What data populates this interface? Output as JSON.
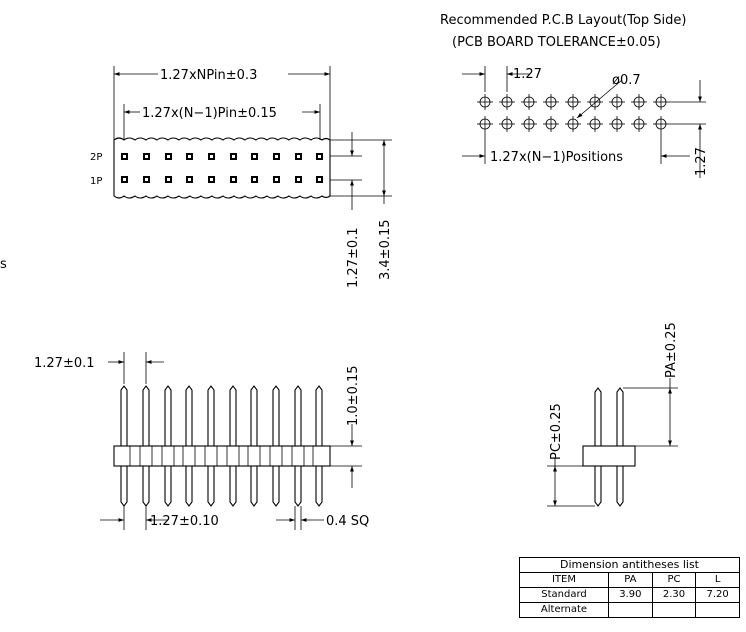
{
  "page": {
    "edge_fragment": "s"
  },
  "pcb_layout": {
    "title_line1": "Recommended P.C.B Layout(Top Side)",
    "title_line2": "(PCB BOARD TOLERANCE±0.05)",
    "pitch_label": "1.27",
    "hole_label": "ø0.7",
    "positions_label": "1.27x(N−1)Positions",
    "row_pitch_label": "1.27",
    "holes_per_row": 9,
    "rows": 2
  },
  "top_view": {
    "overall_label": "1.27xNPin±0.3",
    "pin_span_label": "1.27x(N−1)Pin±0.15",
    "row2_label": "2P",
    "row1_label": "1P",
    "row_pitch_label": "1.27±0.1",
    "width_label": "3.4±0.15",
    "pins_per_row": 10
  },
  "front_view": {
    "pitch_top_label": "1.27±0.1",
    "tip_label": "1.0±0.15",
    "pitch_bottom_label": "1.27±0.10",
    "pin_size_label": "0.4 SQ",
    "pin_count": 10
  },
  "side_view": {
    "pa_label": "PA±0.25",
    "pc_label": "PC±0.25"
  },
  "dimension_table": {
    "caption": "Dimension antitheses list",
    "headers": [
      "ITEM",
      "PA",
      "PC",
      "L"
    ],
    "rows": [
      {
        "item": "Standard",
        "pa": "3.90",
        "pc": "2.30",
        "l": "7.20"
      },
      {
        "item": "Alternate",
        "pa": "",
        "pc": "",
        "l": ""
      }
    ]
  }
}
